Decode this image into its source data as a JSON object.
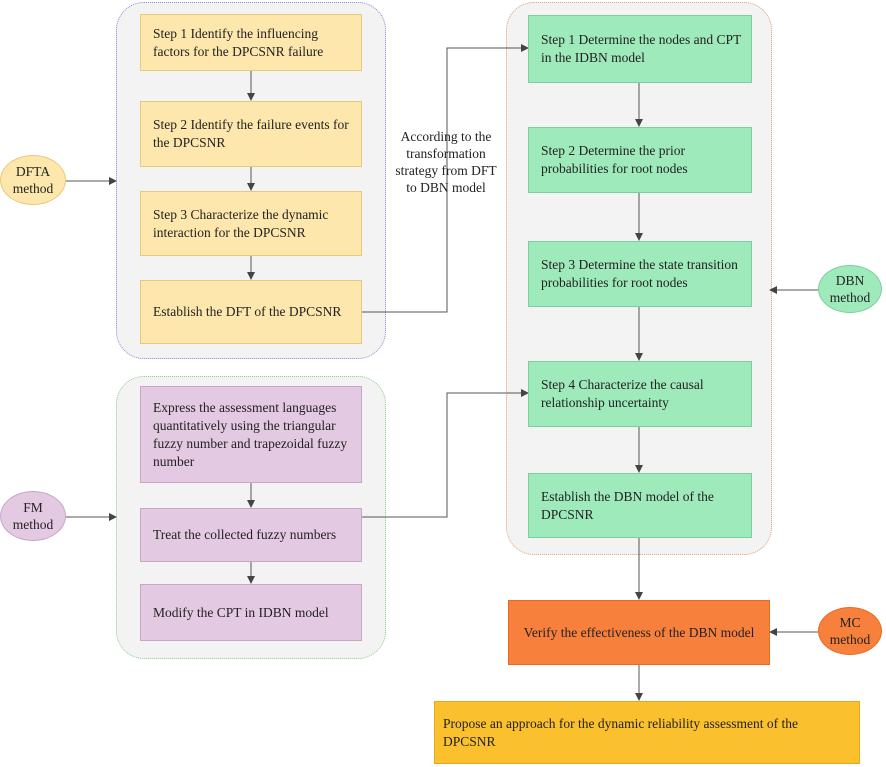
{
  "dfta_steps": [
    "Step 1  Identify the influencing factors for the DPCSNR failure",
    "Step 2 Identify the failure events for the DPCSNR",
    "Step 3 Characterize the dynamic interaction for the DPCSNR",
    "Establish the DFT of the DPCSNR"
  ],
  "fm_steps": [
    "Express the assessment languages quantitatively using the triangular fuzzy number and trapezoidal fuzzy number",
    "Treat the collected fuzzy numbers",
    "Modify the CPT in IDBN model"
  ],
  "dbn_steps": [
    "Step 1 Determine the nodes and CPT in the IDBN model",
    "Step 2 Determine the prior probabilities for root nodes",
    "Step 3 Determine the state transition probabilities for root nodes",
    "Step 4 Characterize the causal relationship uncertainty",
    "Establish the DBN model of the DPCSNR"
  ],
  "methods": {
    "dfta": "DFTA method",
    "fm": "FM method",
    "dbn": "DBN method",
    "mc": "MC method"
  },
  "transform_note": "According to the transformation strategy from DFT to DBN model",
  "verify_box": "Verify the effectiveness of the DBN model",
  "final_box": "Propose an approach for the dynamic reliability assessment of the DPCSNR",
  "colors": {
    "yellow": "#fde7ad",
    "purple": "#e4c9e2",
    "green": "#9eeabb",
    "orange": "#f7803d",
    "gold": "#fbc02d",
    "panel_bg": "#f3f3f3"
  }
}
